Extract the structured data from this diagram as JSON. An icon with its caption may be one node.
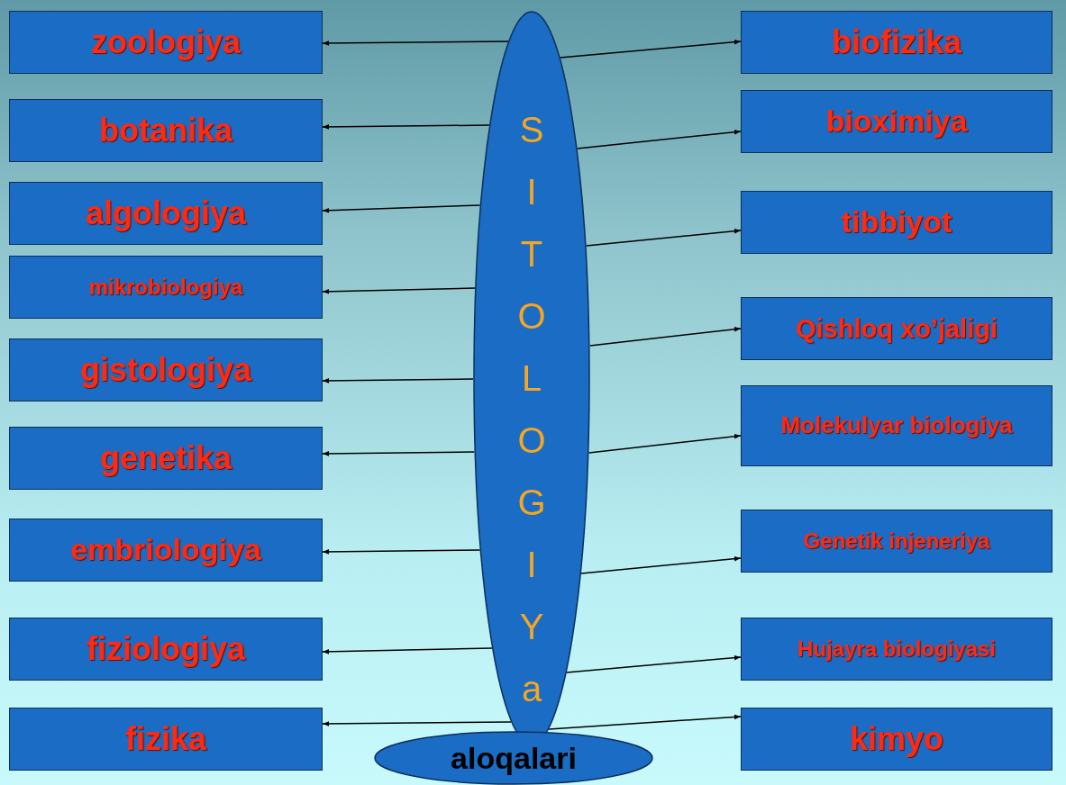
{
  "diagram": {
    "nodes": [
      {
        "text": [
          "SITOLOGIYa"
        ]
      },
      {
        "text": [
          "aloqalari"
        ]
      },
      {
        "text": [
          "zoologiya"
        ]
      },
      {
        "text": [
          "botanika"
        ]
      },
      {
        "text": [
          "algologiya"
        ]
      },
      {
        "text": [
          "mikrobiologiya"
        ]
      },
      {
        "text": [
          "gistologiya"
        ]
      },
      {
        "text": [
          "genetika"
        ]
      },
      {
        "text": [
          "embriologiya"
        ]
      },
      {
        "text": [
          "fiziologiya"
        ]
      },
      {
        "text": [
          "fizika"
        ]
      },
      {
        "text": [
          "biofizika"
        ]
      },
      {
        "text": [
          "bioximiya"
        ]
      },
      {
        "text": [
          "tibbiyot"
        ]
      },
      {
        "text": [
          "Qishloq xo’jaligi"
        ]
      },
      {
        "text": [
          "Molekulyar biologiya"
        ]
      },
      {
        "text": [
          "Genetik injeneriya"
        ]
      },
      {
        "text": [
          "Hujayra biologiyasi"
        ]
      },
      {
        "text": [
          "kimyo"
        ]
      }
    ],
    "edges": [
      {
        "from": 0,
        "to": 2,
        "arrow": "to"
      },
      {
        "from": 0,
        "to": 3,
        "arrow": "to"
      },
      {
        "from": 0,
        "to": 4,
        "arrow": "to"
      },
      {
        "from": 0,
        "to": 5,
        "arrow": "to"
      },
      {
        "from": 0,
        "to": 6,
        "arrow": "to"
      },
      {
        "from": 0,
        "to": 7,
        "arrow": "to"
      },
      {
        "from": 0,
        "to": 8,
        "arrow": "to"
      },
      {
        "from": 0,
        "to": 9,
        "arrow": "to"
      },
      {
        "from": 0,
        "to": 10,
        "arrow": "to"
      },
      {
        "from": 0,
        "to": 11,
        "arrow": "to"
      },
      {
        "from": 0,
        "to": 12,
        "arrow": "to"
      },
      {
        "from": 0,
        "to": 13,
        "arrow": "to"
      },
      {
        "from": 0,
        "to": 14,
        "arrow": "to"
      },
      {
        "from": 0,
        "to": 15,
        "arrow": "to"
      },
      {
        "from": 0,
        "to": 16,
        "arrow": "to"
      },
      {
        "from": 0,
        "to": 17,
        "arrow": "to"
      },
      {
        "from": 0,
        "to": 18,
        "arrow": "to"
      }
    ]
  }
}
